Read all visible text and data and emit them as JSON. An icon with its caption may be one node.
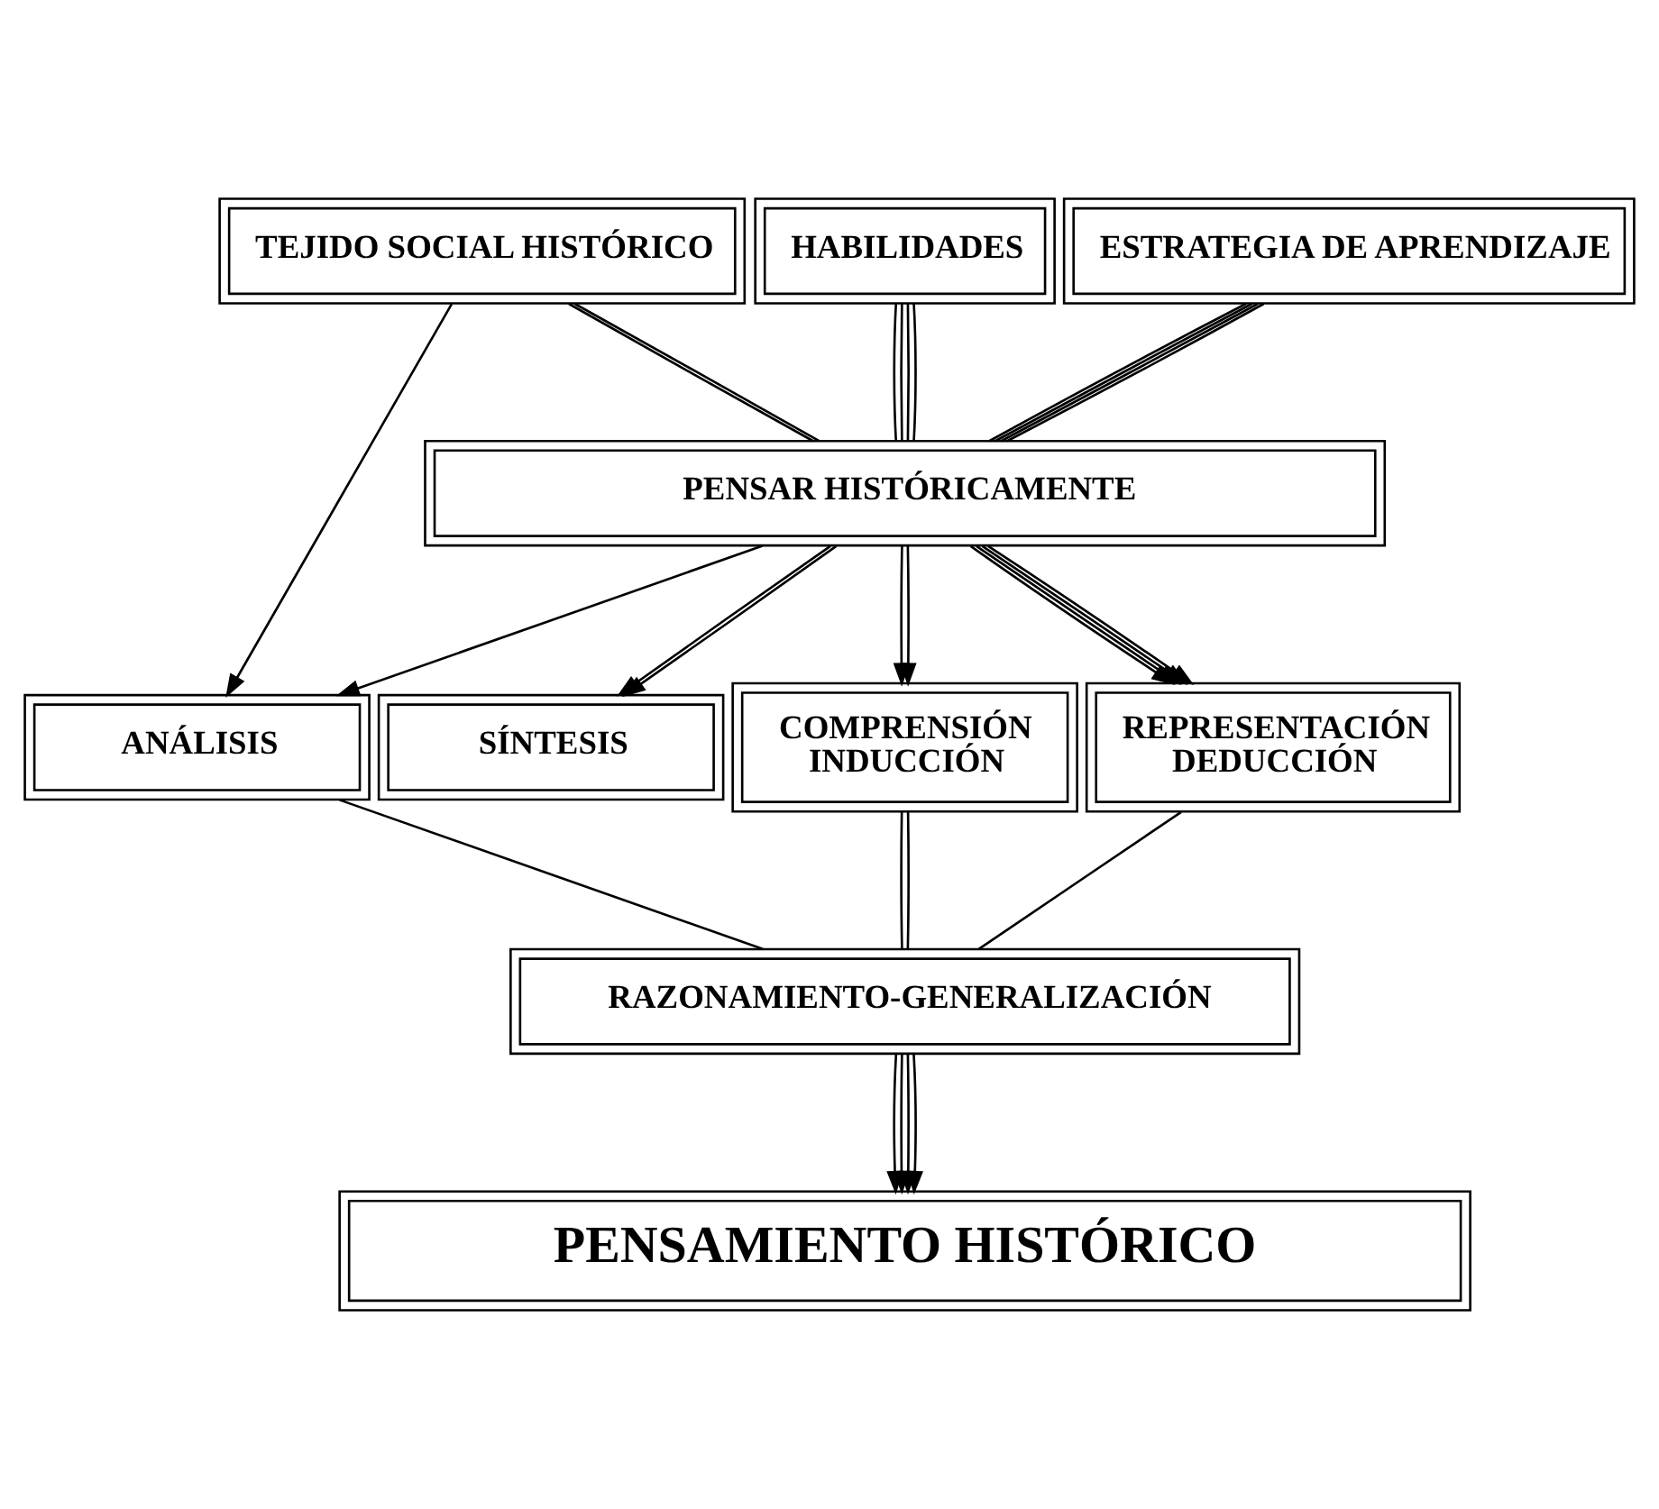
{
  "diagram": {
    "nodes": [
      {
        "text": [
          "TEJIDO SOCIAL HISTÓRICO"
        ]
      },
      {
        "text": [
          "HABILIDADES"
        ]
      },
      {
        "text": [
          "ESTRATEGIA DE APRENDIZAJE"
        ]
      },
      {
        "text": [
          "PENSAR HISTÓRICAMENTE"
        ]
      },
      {
        "text": [
          "ANÁLISIS"
        ]
      },
      {
        "text": [
          "SÍNTESIS"
        ]
      },
      {
        "text": [
          "COMPRENSIÓN",
          "INDUCCIÓN"
        ]
      },
      {
        "text": [
          "REPRESENTACIÓN",
          "DEDUCCIÓN"
        ]
      },
      {
        "text": [
          "RAZONAMIENTO-GENERALIZACIÓN"
        ]
      },
      {
        "text": [
          "PENSAMIENTO HISTÓRICO"
        ]
      }
    ],
    "edges": [
      {
        "from": 0,
        "to": 3,
        "arrow": "none"
      },
      {
        "from": 0,
        "to": 3,
        "arrow": "none"
      },
      {
        "from": 1,
        "to": 3,
        "arrow": "none"
      },
      {
        "from": 1,
        "to": 3,
        "arrow": "none"
      },
      {
        "from": 1,
        "to": 3,
        "arrow": "none"
      },
      {
        "from": 1,
        "to": 3,
        "arrow": "none"
      },
      {
        "from": 2,
        "to": 3,
        "arrow": "none"
      },
      {
        "from": 2,
        "to": 3,
        "arrow": "none"
      },
      {
        "from": 2,
        "to": 3,
        "arrow": "none"
      },
      {
        "from": 2,
        "to": 3,
        "arrow": "none"
      },
      {
        "from": 0,
        "to": 4,
        "arrow": "to"
      },
      {
        "from": 3,
        "to": 4,
        "arrow": "to"
      },
      {
        "from": 3,
        "to": 5,
        "arrow": "to"
      },
      {
        "from": 3,
        "to": 5,
        "arrow": "to"
      },
      {
        "from": 3,
        "to": 6,
        "arrow": "to"
      },
      {
        "from": 3,
        "to": 6,
        "arrow": "to"
      },
      {
        "from": 3,
        "to": 7,
        "arrow": "to"
      },
      {
        "from": 3,
        "to": 7,
        "arrow": "to"
      },
      {
        "from": 3,
        "to": 7,
        "arrow": "to"
      },
      {
        "from": 3,
        "to": 7,
        "arrow": "to"
      },
      {
        "from": 4,
        "to": 8,
        "arrow": "none"
      },
      {
        "from": 6,
        "to": 8,
        "arrow": "none"
      },
      {
        "from": 6,
        "to": 8,
        "arrow": "none"
      },
      {
        "from": 7,
        "to": 8,
        "arrow": "none"
      },
      {
        "from": 8,
        "to": 9,
        "arrow": "to"
      },
      {
        "from": 8,
        "to": 9,
        "arrow": "to"
      },
      {
        "from": 8,
        "to": 9,
        "arrow": "to"
      },
      {
        "from": 8,
        "to": 9,
        "arrow": "to"
      }
    ]
  }
}
